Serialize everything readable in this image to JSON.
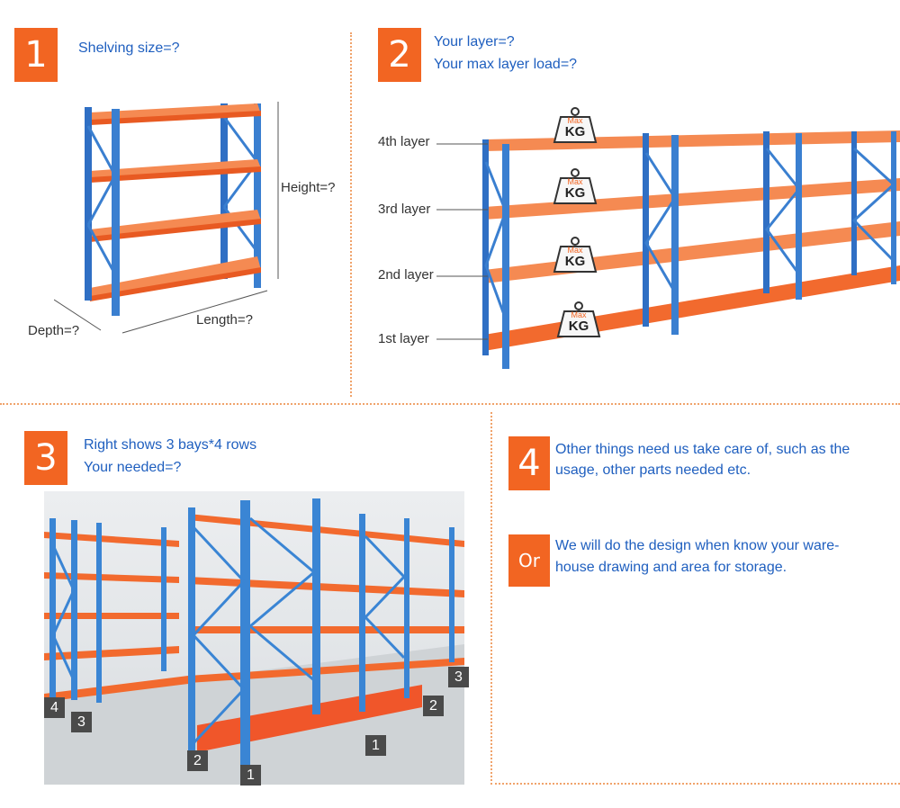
{
  "section1": {
    "number": "1",
    "question": "Shelving size=?",
    "dims": {
      "height": "Height=?",
      "length": "Length=?",
      "depth": "Depth=?"
    }
  },
  "section2": {
    "number": "2",
    "question_line1": "Your layer=?",
    "question_line2": "Your max layer load=?",
    "layers": [
      "4th layer",
      "3rd layer",
      "2nd layer",
      "1st layer"
    ],
    "weight_badge": {
      "top": "Max",
      "bottom": "KG"
    }
  },
  "section3": {
    "number": "3",
    "line1": "Right shows 3 bays*4 rows",
    "line2": "Your needed=?",
    "markers": [
      "4",
      "3",
      "2",
      "1",
      "1",
      "2",
      "3"
    ]
  },
  "section4": {
    "number": "4",
    "text_line1": "Other things need us take care of, such as the",
    "text_line2": "usage, other parts needed etc.",
    "or_label": "Or",
    "or_line1": "We will do the design when know your ware-",
    "or_line2": "house drawing and area for storage."
  },
  "colors": {
    "accent": "#f26522",
    "text": "#1f5fbf",
    "rack_blue": "#3a7fd0",
    "rack_orange": "#f26a2e"
  }
}
